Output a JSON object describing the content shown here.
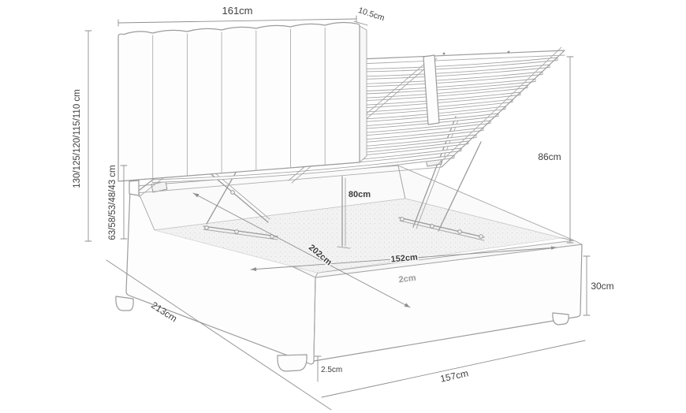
{
  "page": {
    "background": "#ffffff",
    "line_color": "#9a9a9a",
    "text_color": "#3f3f3f"
  },
  "diagram": {
    "dimensions": {
      "headboard_width": "161cm",
      "headboard_depth": "10.5cm",
      "overall_height_options": "130/125/120/115/110 cm",
      "base_height_options": "63/58/53/48/43 cm",
      "open_lid_height": "86cm",
      "base_side_height": "30cm",
      "under_lid_clearance": "80cm",
      "internal_length": "202cm",
      "internal_width": "152cm",
      "overall_length": "213cm",
      "overall_width": "157cm",
      "rim_thickness": "2cm",
      "foot_height": "2.5cm"
    }
  }
}
